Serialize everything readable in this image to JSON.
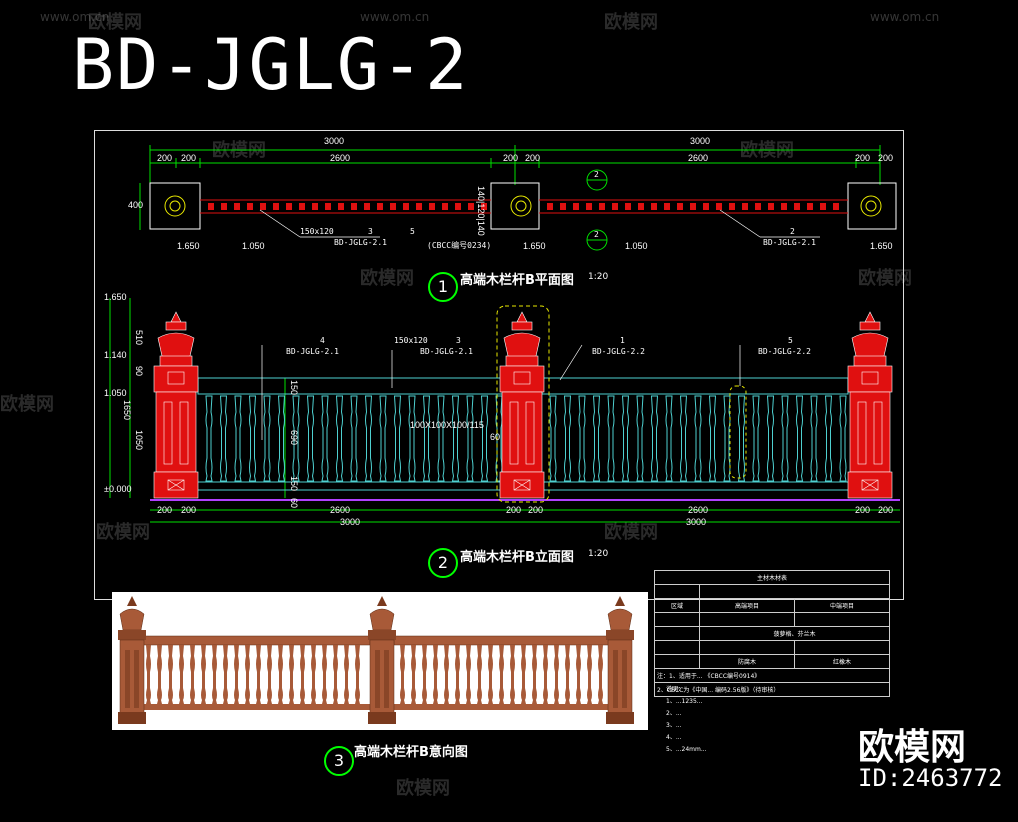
{
  "drawing": {
    "code": "BD-JGLG-2",
    "plan_caption": "高端木栏杆B平面图",
    "plan_number": "1",
    "plan_scale": "1:20",
    "elev_caption": "高端木栏杆B立面图",
    "elev_number": "2",
    "elev_scale": "1:20",
    "view_caption": "高端木栏杆B意向图",
    "view_number": "3"
  },
  "plan_dims": {
    "top_total_left": "3000",
    "top_total_right": "3000",
    "top_parts": [
      "200",
      "200",
      "2600",
      "200",
      "200",
      "2600",
      "200",
      "200"
    ],
    "depth": "400",
    "stack": "140|120|140",
    "levels": [
      "1.650",
      "1.050",
      "1.650",
      "1.050",
      "1.650"
    ]
  },
  "plan_callouts": {
    "c1": "150x120",
    "c1_ref": "3",
    "c1_code": "BD-JGLG-2.1",
    "c2": "5",
    "c2_code": "BD-JGLG-2.1",
    "c2_ref": "2",
    "c3": "BD-JGLG-2.1",
    "code": "(CBCC编号0234)",
    "section_mark": "2"
  },
  "elev_dims": {
    "levels": [
      "1.650",
      "1.140",
      "1.050",
      "±0.000"
    ],
    "left_vert": [
      "510",
      "90",
      "1650",
      "1050"
    ],
    "mid_vert": [
      "150",
      "690",
      "150",
      "60"
    ],
    "bottom_parts": [
      "200",
      "200",
      "2600",
      "200",
      "200",
      "2600",
      "200",
      "200"
    ],
    "bottom_total_left": "3000",
    "bottom_total_right": "3000",
    "baluster_size": "100X100X100/115",
    "baluster_sub": "60"
  },
  "elev_callouts": {
    "a_ref": "4",
    "a_code": "BD-JGLG-2.1",
    "b_text": "150x120",
    "b_ref": "3",
    "b_code": "BD-JGLG-2.1",
    "c_ref": "1",
    "c_code": "BD-JGLG-2.2",
    "d_ref": "5",
    "d_code": "BD-JGLG-2.2"
  },
  "spec_table": {
    "rows": [
      [
        "",
        "主材木材表"
      ],
      [
        "",
        ""
      ],
      [
        "区域",
        "高端项目",
        "中端项目"
      ],
      [
        "",
        "",
        ""
      ],
      [
        "",
        "菠萝格、芬兰木"
      ],
      [
        "",
        "",
        ""
      ],
      [
        "",
        "防腐木",
        "红橡木"
      ]
    ],
    "note_line1": "注：1、适用于... 《CBCC编号0914》",
    "note_line2": "2、CBCC为《中国... 编码2.56版》（待审核）"
  },
  "notes": {
    "title": "说明：",
    "items": [
      "1、...1235...",
      "",
      "2、...",
      "3、...",
      "4、...",
      "5、...24mm..."
    ]
  },
  "watermark": {
    "brand": "欧模网",
    "url": "www.om.cn",
    "id_label": "ID:2463772"
  },
  "colors": {
    "red": "#e01010",
    "green": "#00e000",
    "cyan": "#4ed0d0",
    "yellow": "#e8e800",
    "wood": "#a85a38"
  }
}
